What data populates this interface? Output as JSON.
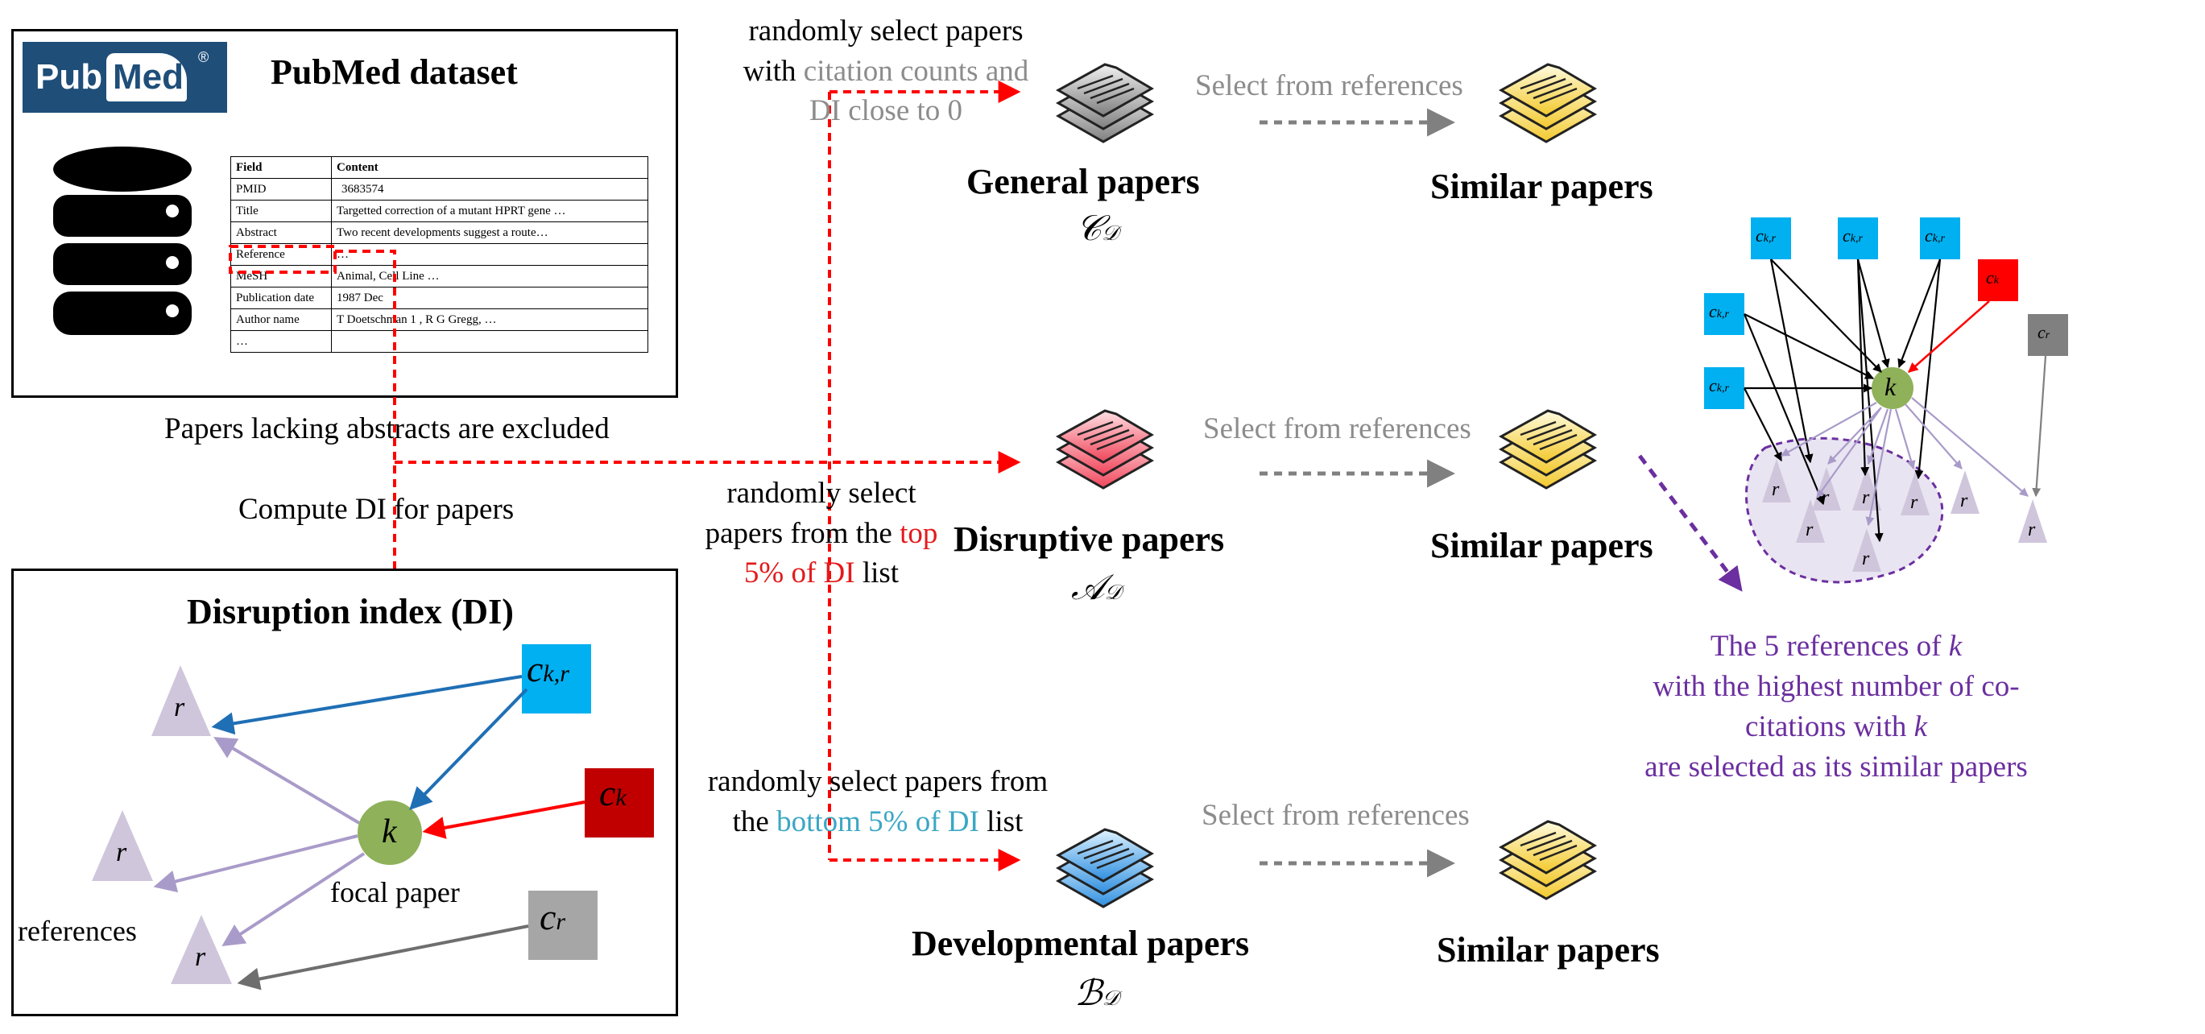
{
  "pubmed": {
    "logo_text_pub": "Pub",
    "logo_text_med": "Med",
    "logo_reg": "®",
    "title": "PubMed dataset",
    "table": {
      "header": [
        "Field",
        "Content"
      ],
      "rows": [
        [
          "PMID",
          "3683574"
        ],
        [
          "Title",
          "Targetted correction of a mutant HPRT gene …"
        ],
        [
          "Abstract",
          "Two recent developments suggest a route…"
        ],
        [
          "Reference",
          "…"
        ],
        [
          "MeSH",
          "Animal, Cell Line …"
        ],
        [
          "Publication date",
          "1987 Dec"
        ],
        [
          "Author name",
          "T Doetschman 1 , R G Gregg, …"
        ],
        [
          "…",
          ""
        ]
      ]
    }
  },
  "steps": {
    "exclude": "Papers lacking abstracts are excluded",
    "compute": "Compute DI for papers"
  },
  "di_box": {
    "title": "Disruption index (DI)",
    "ckr": "c",
    "ckr_sub": "k,r",
    "ck": "c",
    "ck_sub": "k",
    "cr": "c",
    "cr_sub": "r",
    "k": "k",
    "r": "r",
    "focal": "focal paper",
    "references": "references"
  },
  "branches": {
    "general": {
      "sel_line1": "randomly select papers",
      "sel_line2a": "with ",
      "sel_line2b": "citation counts and",
      "sel_line3": "DI close to 0",
      "label": "General papers",
      "symbol": "𝒞",
      "symbol_sub": "𝒟"
    },
    "disruptive": {
      "sel_line1": "randomly select",
      "sel_line2a": "papers from the ",
      "sel_line2b": "top",
      "sel_line3a": "5% of DI",
      "sel_line3b": " list",
      "label": "Disruptive papers",
      "symbol": "𝒜",
      "symbol_sub": "𝒟"
    },
    "developmental": {
      "sel_line1": "randomly select papers from",
      "sel_line2a": "the ",
      "sel_line2b": "bottom 5% of DI",
      "sel_line2c": " list",
      "label": "Developmental papers",
      "symbol": "ℬ",
      "symbol_sub": "𝒟"
    }
  },
  "select_from_refs": "Select from references",
  "similar": "Similar papers",
  "right_panel": {
    "ckr": "c",
    "ckr_sub": "k,r",
    "ck": "c",
    "ck_sub": "k",
    "cr": "c",
    "cr_sub": "r",
    "k": "k",
    "r": "r",
    "caption_line1a": "The 5 references of ",
    "caption_line1b": "k",
    "caption_line2": "with the highest number of co-",
    "caption_line3a": "citations with ",
    "caption_line3b": "k",
    "caption_line4": "are selected as its similar papers"
  },
  "colors": {
    "blue": "#00b0f0",
    "dark_red": "#c00000",
    "red": "#ff0000",
    "gray_box": "#a6a6a6",
    "focal_green": "#8fb15a",
    "triangle": "#cfc6dc",
    "arrow_blue": "#1f6fb5",
    "arrow_purple": "#a99bc9",
    "dashed_red": "#ff0000",
    "caption_purple": "#6b2fa0"
  }
}
